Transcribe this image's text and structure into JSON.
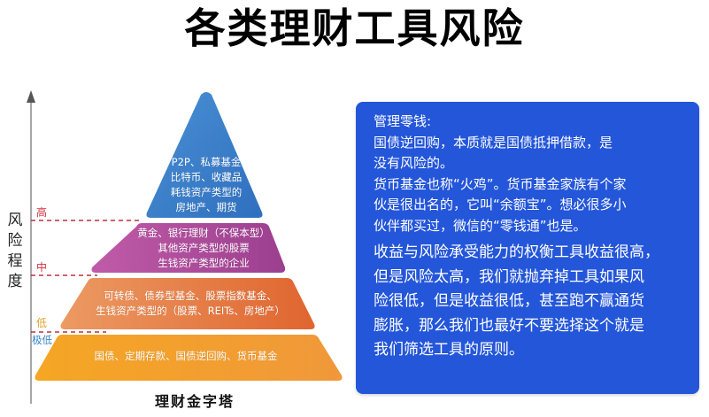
{
  "title": "各类理财工具风险",
  "pyramid": {
    "caption": "理财金字塔",
    "axis": {
      "label_chars": [
        "风",
        "险",
        "程",
        "度"
      ],
      "levels": [
        {
          "label": "高",
          "color": "#d0313b"
        },
        {
          "label": "中",
          "color": "#d0313b"
        },
        {
          "label": "低",
          "color": "#e0a22a"
        },
        {
          "label": "极低",
          "color": "#3a86c8"
        }
      ]
    },
    "tiers": [
      {
        "name": "high-risk",
        "color": "#3b7fc8",
        "lines": [
          "P2P、私募基金",
          "比特币、收藏品",
          "耗钱资产类型的",
          "房地产、期货"
        ]
      },
      {
        "name": "medium-risk",
        "color": "#b04d9c",
        "lines": [
          "黄金、银行理财（不保本型）",
          "其他资产类型的股票",
          "生钱资产类型的企业"
        ]
      },
      {
        "name": "low-risk",
        "color": "#e57840",
        "lines": [
          "可转债、债券型基金、股票指数基金、",
          "生钱资产类型的（股票、REITs、房地产）"
        ]
      },
      {
        "name": "very-low-risk",
        "color": "#f2a02a",
        "lines": [
          "国债、定期存款、国债逆回购、货币基金"
        ]
      }
    ]
  },
  "infobox": {
    "background": "#2456d9",
    "para1": [
      "管理零钱:",
      "国债逆回购，本质就是国债抵押借款，是",
      "没有风险的。",
      "货币基金也称“火鸡”。货币基金家族有个家",
      "伙是很出名的，它叫“余额宝”。想必很多小",
      "伙伴都买过，微信的“零钱通”也是。"
    ],
    "para2": [
      "收益与风险承受能力的权衡工具收益很高，",
      "但是风险太高，我们就抛弃掉工具如果风",
      "险很低，但是收益很低，甚至跑不赢通货",
      "膨胀，那么我们也最好不要选择这个就是",
      "我们筛选工具的原则。"
    ]
  }
}
